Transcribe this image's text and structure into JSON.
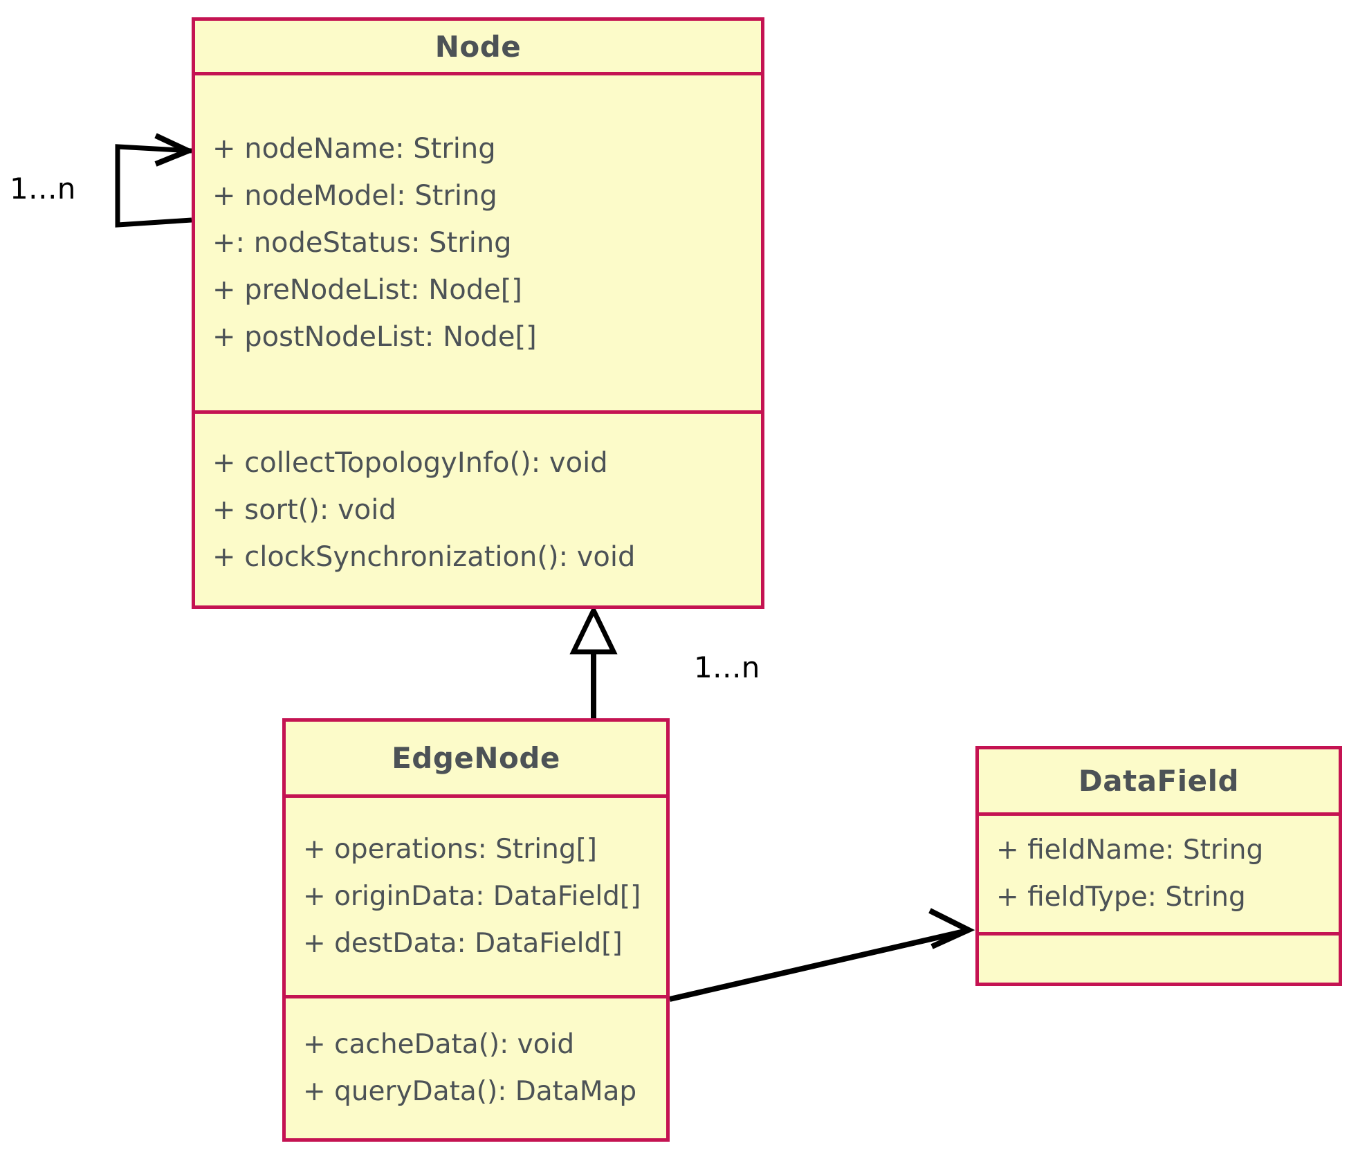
{
  "diagram": {
    "type": "uml-class-diagram",
    "colors": {
      "class_fill": "#FCFBC9",
      "class_border": "#C41352",
      "text": "#4C5256",
      "connector": "#000000",
      "background": "#FFFFFF"
    },
    "classes": [
      {
        "id": "node",
        "name": "Node",
        "attributes": [
          "+ nodeName: String",
          "+ nodeModel: String",
          "+: nodeStatus: String",
          "+ preNodeList: Node[]",
          "+ postNodeList: Node[]"
        ],
        "methods": [
          "+ collectTopologyInfo(): void",
          "+ sort(): void",
          "+ clockSynchronization(): void"
        ]
      },
      {
        "id": "edgenode",
        "name": "EdgeNode",
        "attributes": [
          "+ operations: String[]",
          "+ originData: DataField[]",
          "+ destData: DataField[]"
        ],
        "methods": [
          "+ cacheData(): void",
          "+ queryData(): DataMap"
        ]
      },
      {
        "id": "datafield",
        "name": "DataField",
        "attributes": [
          "+ fieldName: String",
          "+ fieldType: String"
        ],
        "methods": []
      }
    ],
    "relationships": [
      {
        "id": "node-self-association",
        "kind": "association",
        "from": "Node",
        "to": "Node",
        "multiplicity": "1…n"
      },
      {
        "id": "edgenode-generalization",
        "kind": "generalization",
        "from": "EdgeNode",
        "to": "Node",
        "multiplicity": ""
      },
      {
        "id": "edgenode-datafield-association",
        "kind": "association",
        "from": "EdgeNode",
        "to": "DataField",
        "multiplicity": "1…n"
      }
    ]
  }
}
